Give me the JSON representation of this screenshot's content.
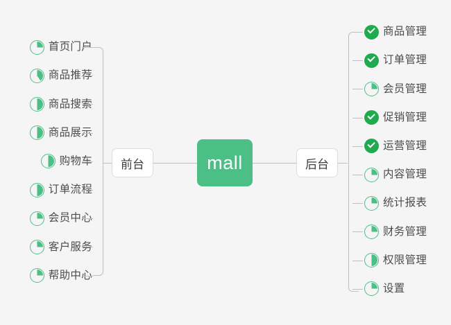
{
  "diagram": {
    "type": "mind-map",
    "title": "mall",
    "background_color": "#f5f5f5",
    "accent_color": "#4cbf87",
    "done_color": "#1eab4e",
    "connector_color": "#bfbfbf",
    "text_color": "#4c4c4c"
  },
  "center": {
    "label": "mall"
  },
  "branches": [
    {
      "side": "left",
      "node_label": "前台",
      "items": [
        {
          "label": "首页门户",
          "status": "partial",
          "progress": 25
        },
        {
          "label": "商品推荐",
          "status": "partial",
          "progress": 40
        },
        {
          "label": "商品搜索",
          "status": "partial",
          "progress": 50
        },
        {
          "label": "商品展示",
          "status": "partial",
          "progress": 50
        },
        {
          "label": "购物车",
          "status": "partial",
          "progress": 50
        },
        {
          "label": "订单流程",
          "status": "partial",
          "progress": 50
        },
        {
          "label": "会员中心",
          "status": "partial",
          "progress": 25
        },
        {
          "label": "客户服务",
          "status": "partial",
          "progress": 25
        },
        {
          "label": "帮助中心",
          "status": "partial",
          "progress": 25
        }
      ]
    },
    {
      "side": "right",
      "node_label": "后台",
      "items": [
        {
          "label": "商品管理",
          "status": "done",
          "progress": 100
        },
        {
          "label": "订单管理",
          "status": "done",
          "progress": 100
        },
        {
          "label": "会员管理",
          "status": "partial",
          "progress": 25
        },
        {
          "label": "促销管理",
          "status": "done",
          "progress": 100
        },
        {
          "label": "运营管理",
          "status": "done",
          "progress": 100
        },
        {
          "label": "内容管理",
          "status": "partial",
          "progress": 25
        },
        {
          "label": "统计报表",
          "status": "partial",
          "progress": 25
        },
        {
          "label": "财务管理",
          "status": "partial",
          "progress": 25
        },
        {
          "label": "权限管理",
          "status": "partial",
          "progress": 50
        },
        {
          "label": "设置",
          "status": "partial",
          "progress": 25
        }
      ]
    }
  ]
}
